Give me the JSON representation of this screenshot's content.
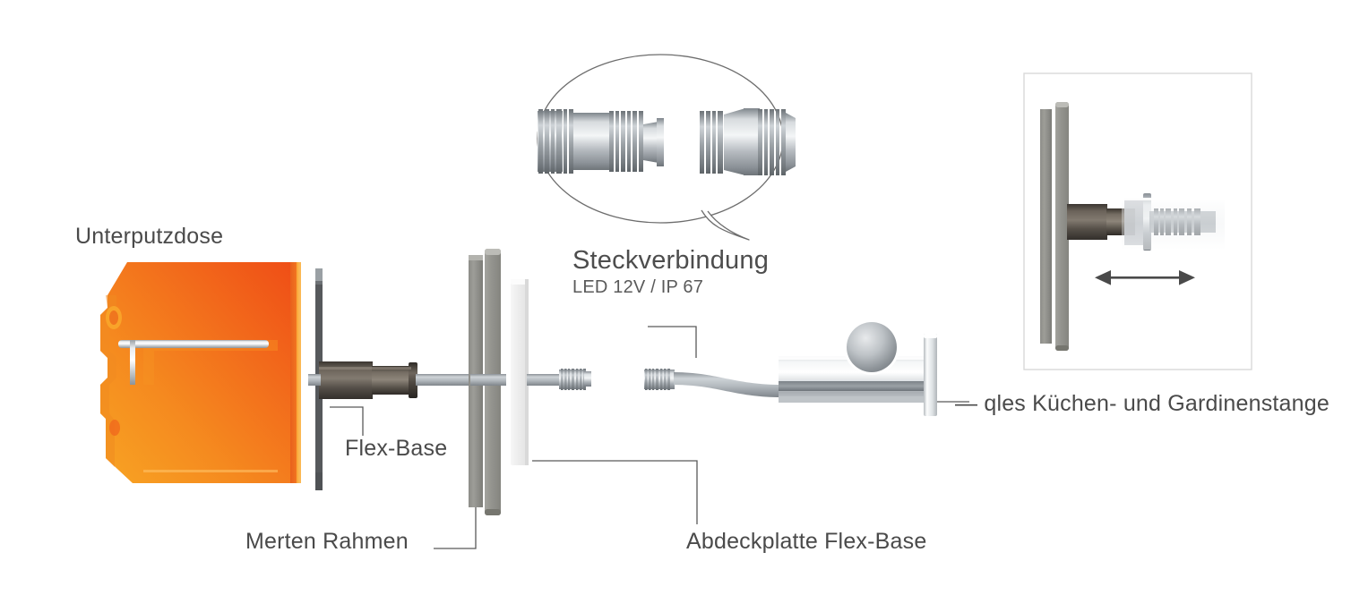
{
  "diagram": {
    "title_hidden": "",
    "labels": {
      "unterputzdose": "Unterputzdose",
      "flex_base": "Flex-Base",
      "merten_rahmen": "Merten Rahmen",
      "abdeckplatte": "Abdeckplatte Flex-Base",
      "steckverbindung": "Steckverbindung",
      "steckverbindung_sub": "LED 12V / IP 67",
      "qles_rod": "— qles Küchen- und Gardinenstange"
    },
    "callout": {
      "shape": "ellipse-speech-bubble",
      "contents": "plug-connector-pair",
      "caption": "Steckverbindung",
      "subcaption": "LED 12V / IP 67"
    },
    "inset": {
      "name": "detail-inset",
      "border_color": "#d8d8d8",
      "arrow": "double-headed-horizontal-arrow",
      "contents": "flex-base-inserted-into-rod"
    },
    "components": [
      {
        "id": "unterputzdose",
        "label": "Unterputzdose",
        "color": "#f07818",
        "kind": "flush-mounted-box"
      },
      {
        "id": "flex-base",
        "label": "Flex-Base",
        "color": "#4a443f",
        "kind": "cylinder-bushing"
      },
      {
        "id": "merten-rahmen",
        "label": "Merten Rahmen",
        "color": "#8e8e89",
        "kind": "frame-plate"
      },
      {
        "id": "abdeckplatte",
        "label": "Abdeckplatte Flex-Base",
        "color": "#f1f1f1",
        "kind": "cover-plate"
      },
      {
        "id": "steckverbinder",
        "label": "Steckverbindung",
        "color": "#a9adb2",
        "kind": "plug-connector"
      },
      {
        "id": "qles-stange",
        "label": "qles Küchen- und Gardinenstange",
        "color": "#c9ced2",
        "kind": "rod"
      }
    ],
    "colors": {
      "orange_light": "#f79a20",
      "orange_mid": "#f4781d",
      "orange_deep": "#ef4a16",
      "metal_light": "#eceff1",
      "metal_mid": "#b9bec3",
      "metal_dark": "#7b8185",
      "frame_gray": "#8e8e89",
      "dark_body": "#4a443f",
      "text": "#4a4a4a",
      "line": "#555555",
      "inset_border": "#d8d8d8"
    }
  }
}
